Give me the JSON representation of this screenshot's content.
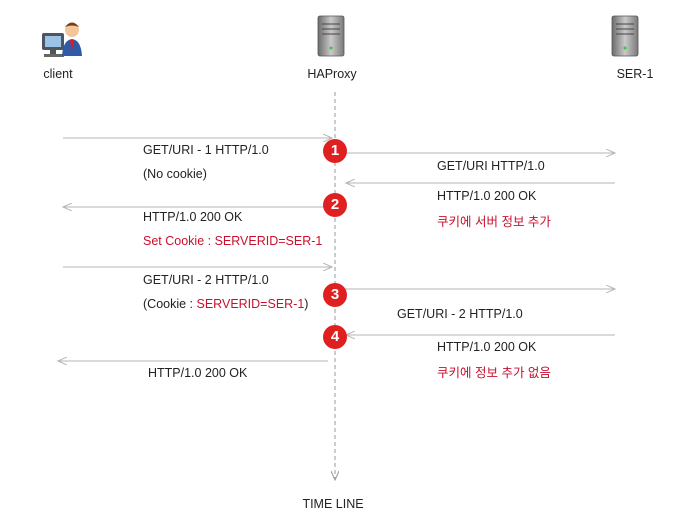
{
  "actors": {
    "client": {
      "label": "client",
      "icon": "user-computer-icon"
    },
    "proxy": {
      "label": "HAProxy",
      "icon": "server-icon"
    },
    "server": {
      "label": "SER-1",
      "icon": "server-icon"
    }
  },
  "timeline_label": "TIME LINE",
  "steps": [
    {
      "number": "1",
      "request_left": [
        "GET/URI - 1 HTTP/1.0",
        "(No cookie)"
      ],
      "forward_right": "GET/URI HTTP/1.0"
    },
    {
      "number": "2",
      "response_right": "HTTP/1.0 200 OK",
      "response_right_note": "쿠키에 서버 정보 추가",
      "response_left": "HTTP/1.0 200 OK",
      "response_left_note": "Set Cookie : SERVERID=SER-1"
    },
    {
      "number": "3",
      "request_left": "GET/URI - 2 HTTP/1.0",
      "cookie_prefix": "(Cookie : ",
      "cookie_value": "SERVERID=SER-1",
      "cookie_suffix": ")",
      "forward_right": "GET/URI - 2 HTTP/1.0"
    },
    {
      "number": "4",
      "response_right": "HTTP/1.0 200 OK",
      "response_right_note": "쿠키에 정보 추가 없음",
      "response_left": "HTTP/1.0 200 OK"
    }
  ],
  "colors": {
    "accent_red": "#c8102e",
    "badge_red": "#e02020",
    "arrow_gray": "#b5b5b5"
  }
}
